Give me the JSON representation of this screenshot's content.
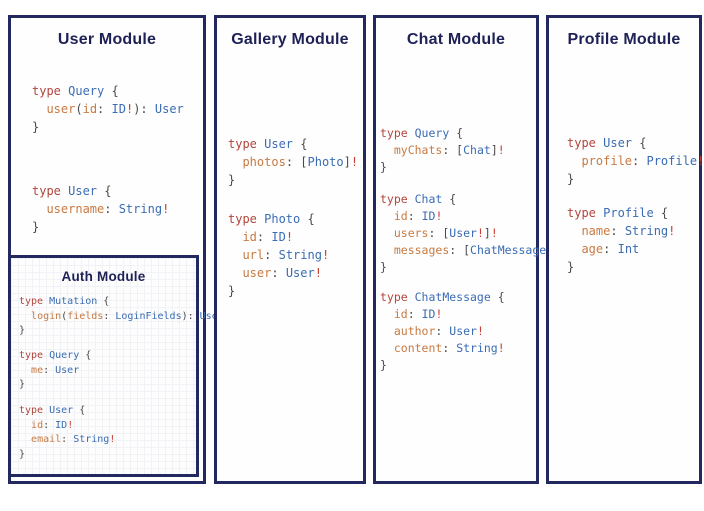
{
  "colors": {
    "panel_border": "#232861",
    "heading_text": "#1e2156",
    "code_keyword_red": "#b2453c",
    "code_type_blue": "#3a6cb3",
    "code_field_orange": "#c87a42",
    "code_punctuation": "#4a4a4a",
    "code_bang_red": "#c43f35"
  },
  "panels": [
    {
      "title": "User Module",
      "blocks": [
        [
          [
            {
              "c": "k",
              "t": "type "
            },
            {
              "c": "t",
              "t": "Query "
            },
            {
              "c": "p",
              "t": "{"
            }
          ],
          [
            {
              "c": "p",
              "t": "  "
            },
            {
              "c": "a",
              "t": "user"
            },
            {
              "c": "p",
              "t": "("
            },
            {
              "c": "a",
              "t": "id"
            },
            {
              "c": "p",
              "t": ": "
            },
            {
              "c": "t",
              "t": "ID"
            },
            {
              "c": "b",
              "t": "!"
            },
            {
              "c": "p",
              "t": "): "
            },
            {
              "c": "t",
              "t": "User"
            }
          ],
          [
            {
              "c": "p",
              "t": "}"
            }
          ]
        ],
        [
          [
            {
              "c": "k",
              "t": "type "
            },
            {
              "c": "t",
              "t": "User "
            },
            {
              "c": "p",
              "t": "{"
            }
          ],
          [
            {
              "c": "p",
              "t": "  "
            },
            {
              "c": "a",
              "t": "username"
            },
            {
              "c": "p",
              "t": ": "
            },
            {
              "c": "t",
              "t": "String"
            },
            {
              "c": "b",
              "t": "!"
            }
          ],
          [
            {
              "c": "p",
              "t": "}"
            }
          ]
        ]
      ]
    },
    {
      "title": "Gallery Module",
      "blocks": [
        [
          [
            {
              "c": "k",
              "t": "type "
            },
            {
              "c": "t",
              "t": "User "
            },
            {
              "c": "p",
              "t": "{"
            }
          ],
          [
            {
              "c": "p",
              "t": "  "
            },
            {
              "c": "a",
              "t": "photos"
            },
            {
              "c": "p",
              "t": ": ["
            },
            {
              "c": "t",
              "t": "Photo"
            },
            {
              "c": "p",
              "t": "]"
            },
            {
              "c": "b",
              "t": "!"
            }
          ],
          [
            {
              "c": "p",
              "t": "}"
            }
          ]
        ],
        [
          [
            {
              "c": "k",
              "t": "type "
            },
            {
              "c": "t",
              "t": "Photo "
            },
            {
              "c": "p",
              "t": "{"
            }
          ],
          [
            {
              "c": "p",
              "t": "  "
            },
            {
              "c": "a",
              "t": "id"
            },
            {
              "c": "p",
              "t": ": "
            },
            {
              "c": "t",
              "t": "ID"
            },
            {
              "c": "b",
              "t": "!"
            }
          ],
          [
            {
              "c": "p",
              "t": "  "
            },
            {
              "c": "a",
              "t": "url"
            },
            {
              "c": "p",
              "t": ": "
            },
            {
              "c": "t",
              "t": "String"
            },
            {
              "c": "b",
              "t": "!"
            }
          ],
          [
            {
              "c": "p",
              "t": "  "
            },
            {
              "c": "a",
              "t": "user"
            },
            {
              "c": "p",
              "t": ": "
            },
            {
              "c": "t",
              "t": "User"
            },
            {
              "c": "b",
              "t": "!"
            }
          ],
          [
            {
              "c": "p",
              "t": "}"
            }
          ]
        ]
      ]
    },
    {
      "title": "Chat Module",
      "blocks": [
        [
          [
            {
              "c": "k",
              "t": "type "
            },
            {
              "c": "t",
              "t": "Query "
            },
            {
              "c": "p",
              "t": "{"
            }
          ],
          [
            {
              "c": "p",
              "t": "  "
            },
            {
              "c": "a",
              "t": "myChats"
            },
            {
              "c": "p",
              "t": ": ["
            },
            {
              "c": "t",
              "t": "Chat"
            },
            {
              "c": "p",
              "t": "]"
            },
            {
              "c": "b",
              "t": "!"
            }
          ],
          [
            {
              "c": "p",
              "t": "}"
            }
          ]
        ],
        [
          [
            {
              "c": "k",
              "t": "type "
            },
            {
              "c": "t",
              "t": "Chat "
            },
            {
              "c": "p",
              "t": "{"
            }
          ],
          [
            {
              "c": "p",
              "t": "  "
            },
            {
              "c": "a",
              "t": "id"
            },
            {
              "c": "p",
              "t": ": "
            },
            {
              "c": "t",
              "t": "ID"
            },
            {
              "c": "b",
              "t": "!"
            }
          ],
          [
            {
              "c": "p",
              "t": "  "
            },
            {
              "c": "a",
              "t": "users"
            },
            {
              "c": "p",
              "t": ": ["
            },
            {
              "c": "t",
              "t": "User"
            },
            {
              "c": "b",
              "t": "!"
            },
            {
              "c": "p",
              "t": "]"
            },
            {
              "c": "b",
              "t": "!"
            }
          ],
          [
            {
              "c": "p",
              "t": "  "
            },
            {
              "c": "a",
              "t": "messages"
            },
            {
              "c": "p",
              "t": ": ["
            },
            {
              "c": "t",
              "t": "ChatMessage"
            },
            {
              "c": "p",
              "t": "]"
            },
            {
              "c": "b",
              "t": "!"
            }
          ],
          [
            {
              "c": "p",
              "t": "}"
            }
          ]
        ],
        [
          [
            {
              "c": "k",
              "t": "type "
            },
            {
              "c": "t",
              "t": "ChatMessage "
            },
            {
              "c": "p",
              "t": "{"
            }
          ],
          [
            {
              "c": "p",
              "t": "  "
            },
            {
              "c": "a",
              "t": "id"
            },
            {
              "c": "p",
              "t": ": "
            },
            {
              "c": "t",
              "t": "ID"
            },
            {
              "c": "b",
              "t": "!"
            }
          ],
          [
            {
              "c": "p",
              "t": "  "
            },
            {
              "c": "a",
              "t": "author"
            },
            {
              "c": "p",
              "t": ": "
            },
            {
              "c": "t",
              "t": "User"
            },
            {
              "c": "b",
              "t": "!"
            }
          ],
          [
            {
              "c": "p",
              "t": "  "
            },
            {
              "c": "a",
              "t": "content"
            },
            {
              "c": "p",
              "t": ": "
            },
            {
              "c": "t",
              "t": "String"
            },
            {
              "c": "b",
              "t": "!"
            }
          ],
          [
            {
              "c": "p",
              "t": "}"
            }
          ]
        ]
      ]
    },
    {
      "title": "Profile Module",
      "blocks": [
        [
          [
            {
              "c": "k",
              "t": "type "
            },
            {
              "c": "t",
              "t": "User "
            },
            {
              "c": "p",
              "t": "{"
            }
          ],
          [
            {
              "c": "p",
              "t": "  "
            },
            {
              "c": "a",
              "t": "profile"
            },
            {
              "c": "p",
              "t": ": "
            },
            {
              "c": "t",
              "t": "Profile"
            },
            {
              "c": "b",
              "t": "!"
            }
          ],
          [
            {
              "c": "p",
              "t": "}"
            }
          ]
        ],
        [
          [
            {
              "c": "k",
              "t": "type "
            },
            {
              "c": "t",
              "t": "Profile "
            },
            {
              "c": "p",
              "t": "{"
            }
          ],
          [
            {
              "c": "p",
              "t": "  "
            },
            {
              "c": "a",
              "t": "name"
            },
            {
              "c": "p",
              "t": ": "
            },
            {
              "c": "t",
              "t": "String"
            },
            {
              "c": "b",
              "t": "!"
            }
          ],
          [
            {
              "c": "p",
              "t": "  "
            },
            {
              "c": "a",
              "t": "age"
            },
            {
              "c": "p",
              "t": ": "
            },
            {
              "c": "t",
              "t": "Int"
            }
          ],
          [
            {
              "c": "p",
              "t": "}"
            }
          ]
        ]
      ]
    }
  ],
  "auth": {
    "title": "Auth Module",
    "blocks": [
      [
        [
          {
            "c": "k",
            "t": "type "
          },
          {
            "c": "t",
            "t": "Mutation "
          },
          {
            "c": "p",
            "t": "{"
          }
        ],
        [
          {
            "c": "p",
            "t": "  "
          },
          {
            "c": "a",
            "t": "login"
          },
          {
            "c": "p",
            "t": "("
          },
          {
            "c": "a",
            "t": "fields"
          },
          {
            "c": "p",
            "t": ": "
          },
          {
            "c": "t",
            "t": "LoginFields"
          },
          {
            "c": "p",
            "t": "): "
          },
          {
            "c": "t",
            "t": "User"
          }
        ],
        [
          {
            "c": "p",
            "t": "}"
          }
        ]
      ],
      [
        [
          {
            "c": "k",
            "t": "type "
          },
          {
            "c": "t",
            "t": "Query "
          },
          {
            "c": "p",
            "t": "{"
          }
        ],
        [
          {
            "c": "p",
            "t": "  "
          },
          {
            "c": "a",
            "t": "me"
          },
          {
            "c": "p",
            "t": ": "
          },
          {
            "c": "t",
            "t": "User"
          }
        ],
        [
          {
            "c": "p",
            "t": "}"
          }
        ]
      ],
      [
        [
          {
            "c": "k",
            "t": "type "
          },
          {
            "c": "t",
            "t": "User "
          },
          {
            "c": "p",
            "t": "{"
          }
        ],
        [
          {
            "c": "p",
            "t": "  "
          },
          {
            "c": "a",
            "t": "id"
          },
          {
            "c": "p",
            "t": ": "
          },
          {
            "c": "t",
            "t": "ID"
          },
          {
            "c": "b",
            "t": "!"
          }
        ],
        [
          {
            "c": "p",
            "t": "  "
          },
          {
            "c": "a",
            "t": "email"
          },
          {
            "c": "p",
            "t": ": "
          },
          {
            "c": "t",
            "t": "String"
          },
          {
            "c": "b",
            "t": "!"
          }
        ],
        [
          {
            "c": "p",
            "t": "}"
          }
        ]
      ]
    ]
  }
}
